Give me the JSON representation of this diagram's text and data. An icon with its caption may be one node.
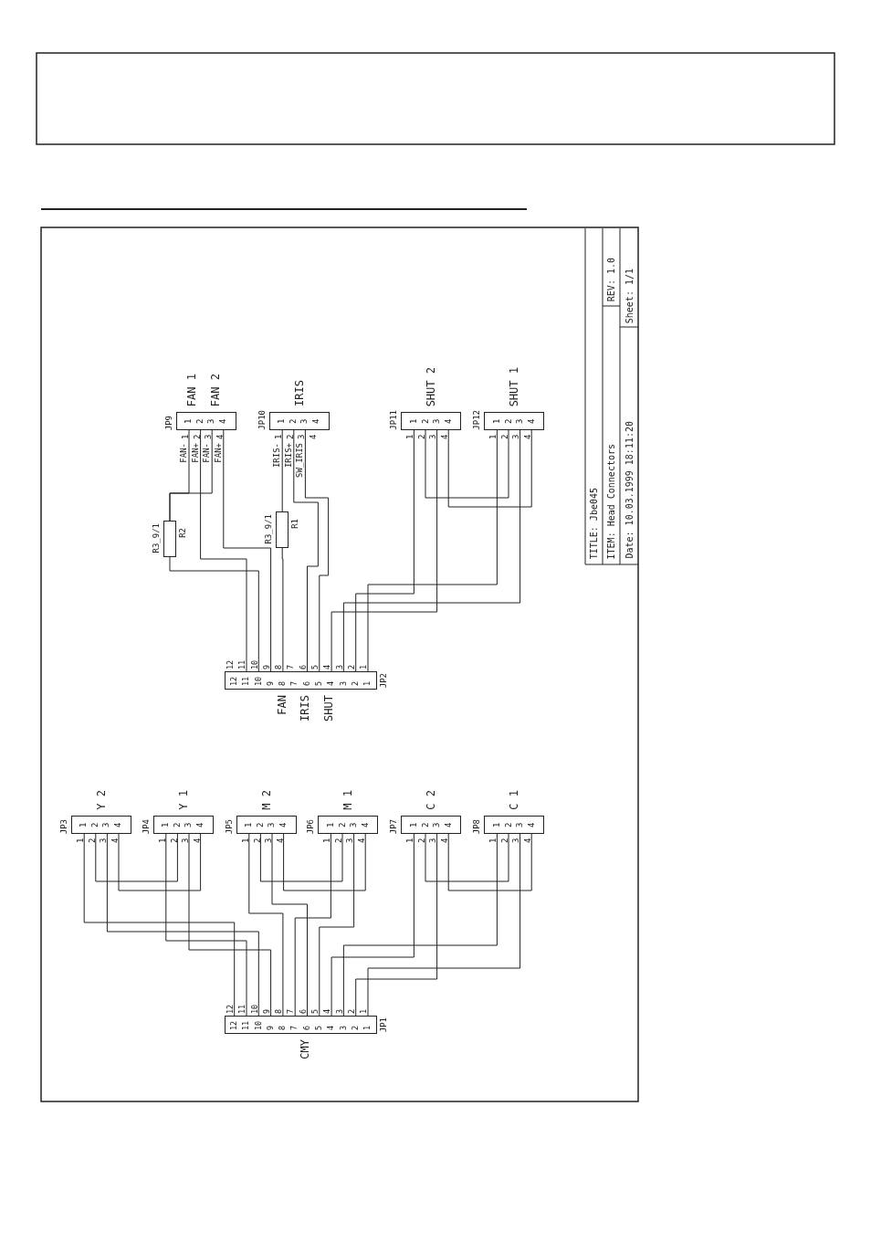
{
  "diagram": {
    "nodes": [
      {
        "text": [
          "JP9",
          "1 2 3 4"
        ],
        "beside": [
          "FAN 1",
          "FAN 2"
        ]
      },
      {
        "text": [
          "JP10",
          "1 2 3 4"
        ],
        "beside": [
          "IRIS"
        ]
      },
      {
        "text": [
          "JP11",
          "1 2 3 4"
        ],
        "beside": [
          "SHUT 2"
        ]
      },
      {
        "text": [
          "JP12",
          "1 2 3 4"
        ],
        "beside": [
          "SHUT 1"
        ]
      },
      {
        "text": [
          "R2"
        ],
        "beside": [
          "R3_9/1"
        ]
      },
      {
        "text": [
          "R1"
        ],
        "beside": [
          "R3_9/1"
        ]
      },
      {
        "text": [
          "JP2",
          "12 11 10 9 8 7 6 5 4 3 2 1"
        ],
        "beside": [
          "FAN",
          "IRIS",
          "SHUT"
        ]
      },
      {
        "text": [
          "JP3",
          "1 2 3 4"
        ],
        "beside": [
          "Y 2"
        ]
      },
      {
        "text": [
          "JP4",
          "1 2 3 4"
        ],
        "beside": [
          "Y 1"
        ]
      },
      {
        "text": [
          "JP5",
          "1 2 3 4"
        ],
        "beside": [
          "M 2"
        ]
      },
      {
        "text": [
          "JP6",
          "1 2 3 4"
        ],
        "beside": [
          "M 1"
        ]
      },
      {
        "text": [
          "JP7",
          "1 2 3 4"
        ],
        "beside": [
          "C 2"
        ]
      },
      {
        "text": [
          "JP8",
          "1 2 3 4"
        ],
        "beside": [
          "C 1"
        ]
      },
      {
        "text": [
          "JP1",
          "12 11 10 9 8 7 6 5 4 3 2 1"
        ],
        "beside": [
          "CMY"
        ]
      }
    ],
    "edges": [
      {
        "from": 0,
        "to": 4,
        "arrow": "none"
      },
      {
        "from": 0,
        "to": 4,
        "arrow": "none"
      },
      {
        "from": 0,
        "to": 6,
        "arrow": "none"
      },
      {
        "from": 0,
        "to": 6,
        "arrow": "none"
      },
      {
        "from": 4,
        "to": 6,
        "arrow": "none"
      },
      {
        "from": 1,
        "to": 5,
        "arrow": "none"
      },
      {
        "from": 5,
        "to": 6,
        "arrow": "none"
      },
      {
        "from": 1,
        "to": 6,
        "arrow": "none"
      },
      {
        "from": 1,
        "to": 6,
        "arrow": "none"
      },
      {
        "from": 2,
        "to": 6,
        "arrow": "none"
      },
      {
        "from": 2,
        "to": 6,
        "arrow": "none"
      },
      {
        "from": 3,
        "to": 6,
        "arrow": "none"
      },
      {
        "from": 3,
        "to": 6,
        "arrow": "none"
      },
      {
        "from": 2,
        "to": 3,
        "arrow": "none"
      },
      {
        "from": 2,
        "to": 3,
        "arrow": "none"
      },
      {
        "from": 7,
        "to": 13,
        "arrow": "none"
      },
      {
        "from": 7,
        "to": 13,
        "arrow": "none"
      },
      {
        "from": 8,
        "to": 13,
        "arrow": "none"
      },
      {
        "from": 8,
        "to": 13,
        "arrow": "none"
      },
      {
        "from": 7,
        "to": 8,
        "arrow": "none"
      },
      {
        "from": 7,
        "to": 8,
        "arrow": "none"
      },
      {
        "from": 9,
        "to": 13,
        "arrow": "none"
      },
      {
        "from": 9,
        "to": 13,
        "arrow": "none"
      },
      {
        "from": 10,
        "to": 13,
        "arrow": "none"
      },
      {
        "from": 10,
        "to": 13,
        "arrow": "none"
      },
      {
        "from": 9,
        "to": 10,
        "arrow": "none"
      },
      {
        "from": 9,
        "to": 10,
        "arrow": "none"
      },
      {
        "from": 11,
        "to": 13,
        "arrow": "none"
      },
      {
        "from": 11,
        "to": 13,
        "arrow": "none"
      },
      {
        "from": 12,
        "to": 13,
        "arrow": "none"
      },
      {
        "from": 12,
        "to": 13,
        "arrow": "none"
      },
      {
        "from": 11,
        "to": 12,
        "arrow": "none"
      },
      {
        "from": 11,
        "to": 12,
        "arrow": "none"
      }
    ],
    "labels": [
      "1 2 3 4",
      "FAN-",
      "FAN+",
      "FAN-",
      "FAN+",
      "1 2 3 4",
      "IRIS-",
      "IRIS+",
      "SW_IRIS",
      "1 2 3 4",
      "1 2 3 4",
      "12 11 10 9 8 7 6 5 4 3 2 1",
      "1 2 3 4",
      "1 2 3 4",
      "1 2 3 4",
      "1 2 3 4",
      "1 2 3 4",
      "1 2 3 4",
      "12 11 10 9 8 7 6 5 4 3 2 1",
      "TITLE: Jbe045",
      "ITEM: Head Connectors",
      "REV: 1.0",
      "Date: 10.03.1999 18:11:20",
      "Sheet: 1/1"
    ]
  }
}
